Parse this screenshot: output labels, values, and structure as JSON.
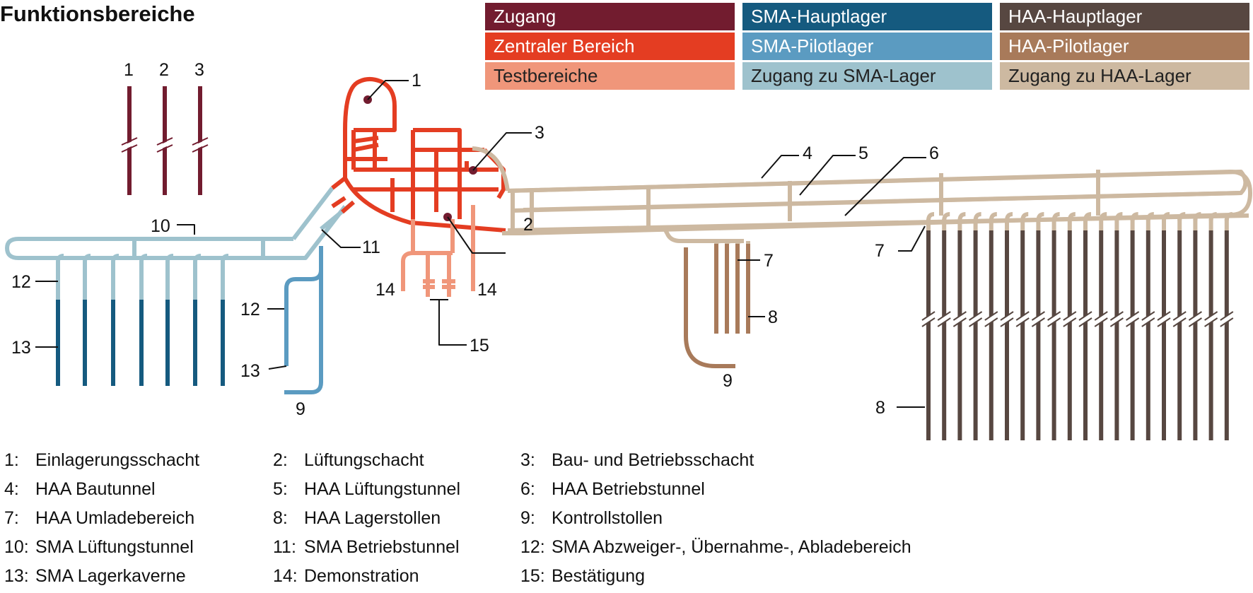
{
  "title": "Funktionsbereiche",
  "colors": {
    "zugang": "#721c2f",
    "zentral": "#e43d22",
    "test": "#f0967a",
    "sma_haupt": "#155a7f",
    "sma_pilot": "#5b9bc1",
    "sma_zugang": "#9ec2cd",
    "haa_haupt": "#574741",
    "haa_pilot": "#a87a5a",
    "haa_zugang": "#cdb9a1"
  },
  "legend": [
    {
      "label": "Zugang",
      "color": "#721c2f"
    },
    {
      "label": "Zentraler Bereich",
      "color": "#e43d22"
    },
    {
      "label": "Testbereiche",
      "color": "#f0967a"
    },
    {
      "label": "SMA-Hauptlager",
      "color": "#155a7f"
    },
    {
      "label": "SMA-Pilotlager",
      "color": "#5b9bc1"
    },
    {
      "label": "Zugang zu SMA-Lager",
      "color": "#9ec2cd"
    },
    {
      "label": "HAA-Hauptlager",
      "color": "#574741"
    },
    {
      "label": "HAA-Pilotlager",
      "color": "#a87a5a"
    },
    {
      "label": "Zugang zu HAA-Lager",
      "color": "#cdb9a1"
    }
  ],
  "key": [
    {
      "num": "1:",
      "text": "Einlagerungsschacht"
    },
    {
      "num": "2:",
      "text": "Lüftungschacht"
    },
    {
      "num": "3:",
      "text": "Bau- und Betriebsschacht"
    },
    {
      "num": "4:",
      "text": "HAA Bautunnel"
    },
    {
      "num": "5:",
      "text": "HAA Lüftungstunnel"
    },
    {
      "num": "6:",
      "text": "HAA Betriebstunnel"
    },
    {
      "num": "7:",
      "text": "HAA Umladebereich"
    },
    {
      "num": "8:",
      "text": "HAA Lagerstollen"
    },
    {
      "num": "9:",
      "text": "Kontrollstollen"
    },
    {
      "num": "10:",
      "text": "SMA Lüftungstunnel"
    },
    {
      "num": "11:",
      "text": "SMA Betriebstunnel"
    },
    {
      "num": "12:",
      "text": "SMA Abzweiger-, Übernahme-, Abladebereich"
    },
    {
      "num": "13:",
      "text": "SMA Lagerkaverne"
    },
    {
      "num": "14:",
      "text": "Demonstration"
    },
    {
      "num": "15:",
      "text": "Bestätigung"
    }
  ],
  "diagram_labels": {
    "shaft_1": "1",
    "shaft_2": "2",
    "shaft_3": "3",
    "l1": "1",
    "l2": "2",
    "l3": "3",
    "l4": "4",
    "l5": "5",
    "l6": "6",
    "l7a": "7",
    "l7b": "7",
    "l8a": "8",
    "l8b": "8",
    "l9a": "9",
    "l9b": "9",
    "l10": "10",
    "l11": "11",
    "l12a": "12",
    "l12b": "12",
    "l13a": "13",
    "l13b": "13",
    "l14a": "14",
    "l14b": "14",
    "l15": "15"
  }
}
